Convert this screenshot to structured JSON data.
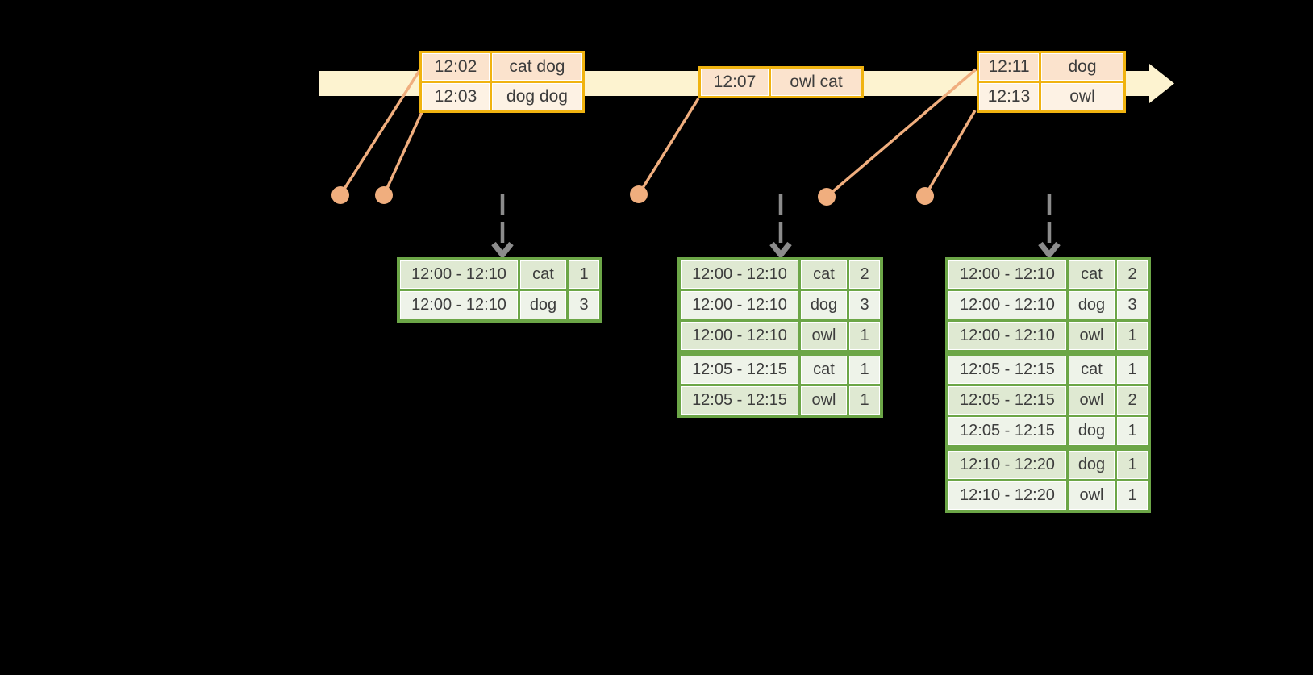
{
  "colors": {
    "background": "#000000",
    "timeline_band": "#FDF3D0",
    "event_table_border": "#F0B310",
    "event_row_dark": "#FBE3CD",
    "event_row_light": "#FDF2E4",
    "connector_orange": "#F0AE7E",
    "result_table_border": "#6CA647",
    "result_row_dark": "#DFE9D2",
    "result_row_light": "#EEF3E9",
    "trigger_arrow_gray": "#8C8C8C",
    "text": "#3D3D3D"
  },
  "event_tables": [
    {
      "rows": [
        {
          "time": "12:02",
          "words": "cat dog"
        },
        {
          "time": "12:03",
          "words": "dog dog"
        }
      ]
    },
    {
      "rows": [
        {
          "time": "12:07",
          "words": "owl cat"
        }
      ]
    },
    {
      "rows": [
        {
          "time": "12:11",
          "words": "dog"
        },
        {
          "time": "12:13",
          "words": "owl"
        }
      ]
    }
  ],
  "result_tables": [
    {
      "rows": [
        {
          "window": "12:00 - 12:10",
          "word": "cat",
          "count": 1
        },
        {
          "window": "12:00 - 12:10",
          "word": "dog",
          "count": 3
        }
      ]
    },
    {
      "rows": [
        {
          "window": "12:00 - 12:10",
          "word": "cat",
          "count": 2
        },
        {
          "window": "12:00 - 12:10",
          "word": "dog",
          "count": 3
        },
        {
          "window": "12:00 - 12:10",
          "word": "owl",
          "count": 1
        },
        {
          "window": "12:05 - 12:15",
          "word": "cat",
          "count": 1
        },
        {
          "window": "12:05 - 12:15",
          "word": "owl",
          "count": 1
        }
      ]
    },
    {
      "rows": [
        {
          "window": "12:00 - 12:10",
          "word": "cat",
          "count": 2
        },
        {
          "window": "12:00 - 12:10",
          "word": "dog",
          "count": 3
        },
        {
          "window": "12:00 - 12:10",
          "word": "owl",
          "count": 1
        },
        {
          "window": "12:05 - 12:15",
          "word": "cat",
          "count": 1
        },
        {
          "window": "12:05 - 12:15",
          "word": "owl",
          "count": 2
        },
        {
          "window": "12:05 - 12:15",
          "word": "dog",
          "count": 1
        },
        {
          "window": "12:10 - 12:20",
          "word": "dog",
          "count": 1
        },
        {
          "window": "12:10 - 12:20",
          "word": "owl",
          "count": 1
        }
      ]
    }
  ]
}
